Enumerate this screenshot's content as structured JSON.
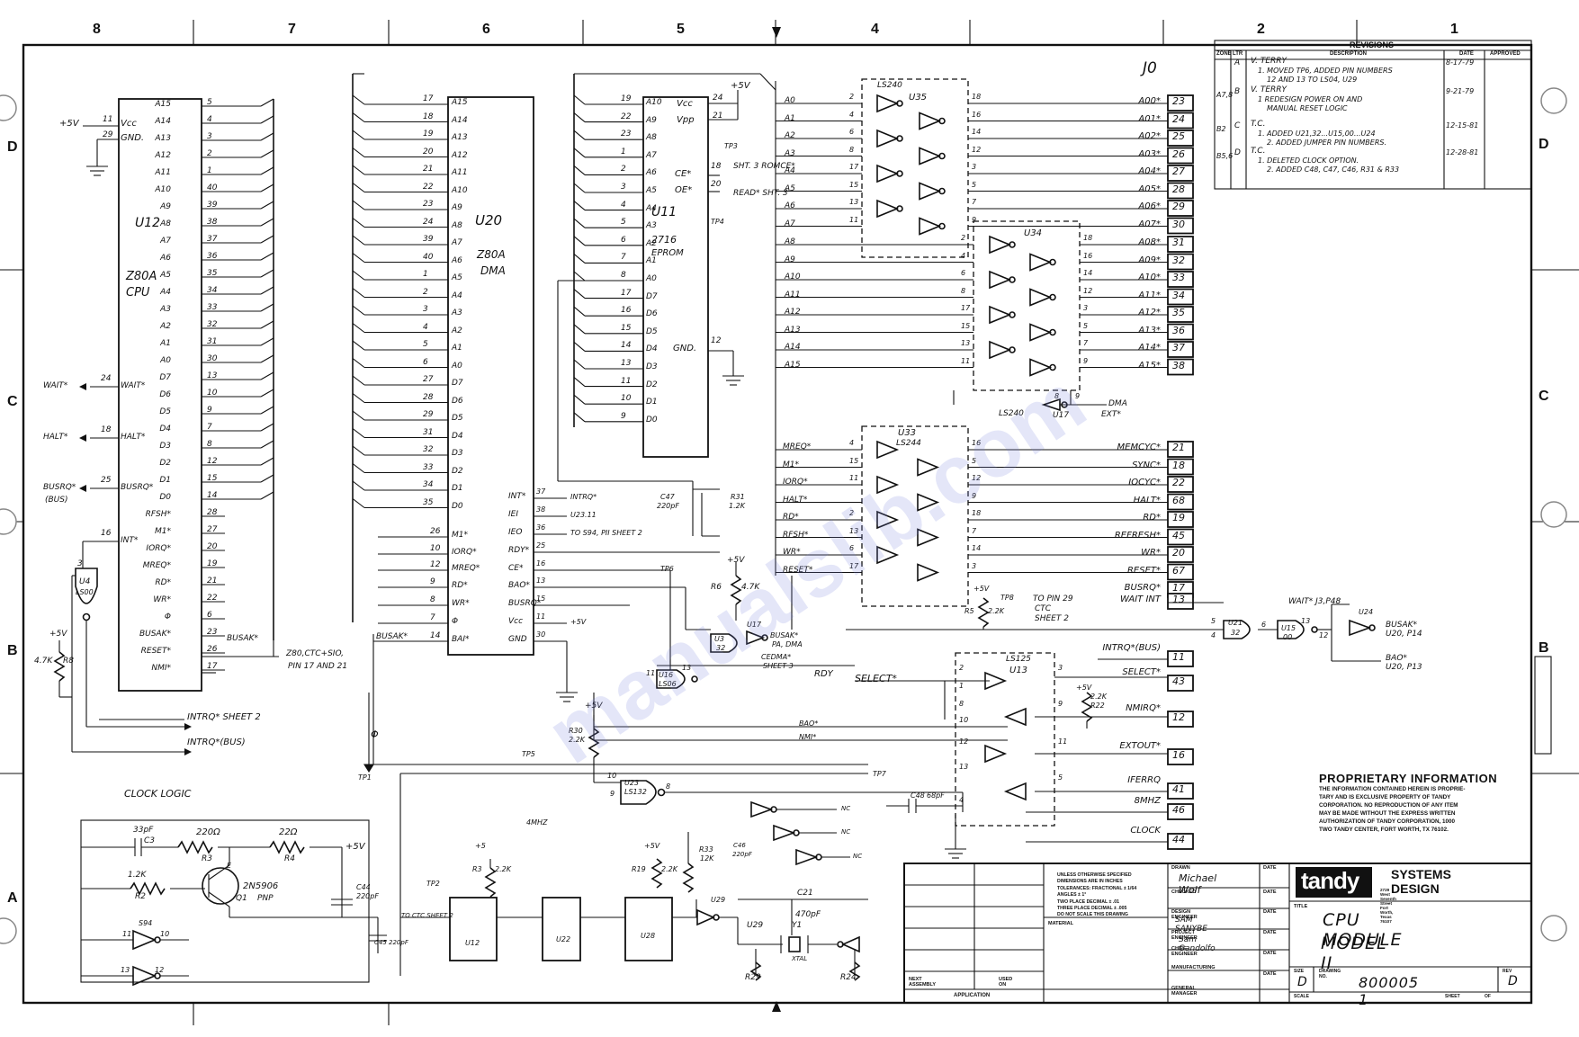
{
  "border": {
    "zones_top": [
      "8",
      "7",
      "6",
      "5",
      "4",
      "2",
      "1"
    ],
    "zones_left": [
      "D",
      "C",
      "B",
      "A"
    ],
    "zones_right": [
      "D",
      "C",
      "B"
    ]
  },
  "sheet_label": "J0",
  "revisions": {
    "title": "REVISIONS",
    "headers": [
      "ZONE",
      "LTR",
      "DESCRIPTION",
      "DATE",
      "APPROVED"
    ],
    "rows": [
      {
        "zone": "",
        "ltr": "A",
        "desc1": "V. TERRY",
        "desc2": "1. MOVED TP6, ADDED PIN NUMBERS",
        "desc3": "12 AND 13 TO LS04, U29",
        "date": "8-17-79"
      },
      {
        "zone": "A7,8",
        "ltr": "B",
        "desc1": "V. TERRY",
        "desc2": "1 REDESIGN POWER ON AND",
        "desc3": "MANUAL RESET LOGIC",
        "date": "9-21-79"
      },
      {
        "zone": "B2",
        "ltr": "C",
        "desc1": "T.C.",
        "desc2": "1. ADDED U21,32...U15,00...U24",
        "desc3": "2. ADDED JUMPER PIN NUMBERS.",
        "date": "12-15-81"
      },
      {
        "zone": "B5,6",
        "ltr": "D",
        "desc1": "T.C.",
        "desc2": "1. DELETED CLOCK OPTION.",
        "desc3": "2. ADDED C48, C47, C46, R31 & R33",
        "date": "12-28-81"
      }
    ]
  },
  "u12": {
    "name": "U12",
    "type1": "Z80A",
    "type2": "CPU",
    "power": "+5V",
    "vcc": "Vcc",
    "gnd": "GND.",
    "vcc_pin": "11",
    "gnd_pin": "29",
    "pins": [
      {
        "sig": "A15",
        "num": "5"
      },
      {
        "sig": "A14",
        "num": "4"
      },
      {
        "sig": "A13",
        "num": "3"
      },
      {
        "sig": "A12",
        "num": "2"
      },
      {
        "sig": "A11",
        "num": "1"
      },
      {
        "sig": "A10",
        "num": "40"
      },
      {
        "sig": "A9",
        "num": "39"
      },
      {
        "sig": "A8",
        "num": "38"
      },
      {
        "sig": "A7",
        "num": "37"
      },
      {
        "sig": "A6",
        "num": "36"
      },
      {
        "sig": "A5",
        "num": "35"
      },
      {
        "sig": "A4",
        "num": "34"
      },
      {
        "sig": "A3",
        "num": "33"
      },
      {
        "sig": "A2",
        "num": "32"
      },
      {
        "sig": "A1",
        "num": "31"
      },
      {
        "sig": "A0",
        "num": "30"
      },
      {
        "sig": "D7",
        "num": "13"
      },
      {
        "sig": "D6",
        "num": "10"
      },
      {
        "sig": "D5",
        "num": "9"
      },
      {
        "sig": "D4",
        "num": "7"
      },
      {
        "sig": "D3",
        "num": "8"
      },
      {
        "sig": "D2",
        "num": "12"
      },
      {
        "sig": "D1",
        "num": "15"
      },
      {
        "sig": "D0",
        "num": "14"
      },
      {
        "sig": "RFSH*",
        "num": "28"
      },
      {
        "sig": "M1*",
        "num": "27"
      },
      {
        "sig": "IORQ*",
        "num": "20"
      },
      {
        "sig": "MREQ*",
        "num": "19"
      },
      {
        "sig": "RD*",
        "num": "21"
      },
      {
        "sig": "WR*",
        "num": "22"
      },
      {
        "sig": "Φ",
        "num": "6"
      },
      {
        "sig": "BUSAK*",
        "num": "23"
      },
      {
        "sig": "RESET*",
        "num": "26"
      },
      {
        "sig": "NMI*",
        "num": "17"
      }
    ],
    "left_pins": [
      {
        "label": "WAIT*",
        "ext": "WAIT*",
        "num": "24"
      },
      {
        "label": "HALT*",
        "ext": "HALT*",
        "num": "18"
      },
      {
        "label": "BUSRQ*",
        "ext": "BUSRQ*",
        "ext2": "(BUS)",
        "num": "25"
      },
      {
        "label": "INT*",
        "num": "16"
      }
    ],
    "busak_out": "BUSAK*",
    "reset_note1": "Z80,CTC+SIO,",
    "reset_note2": "PIN 17 AND 21"
  },
  "u4": {
    "name": "U4",
    "type": "LS00",
    "pin3": "3",
    "r8": "R8",
    "r8val": "4.7K",
    "plus5": "+5V"
  },
  "u20": {
    "name": "U20",
    "type1": "Z80A",
    "type2": "DMA",
    "left_pins": [
      "17",
      "18",
      "19",
      "20",
      "21",
      "22",
      "23",
      "24",
      "39",
      "40",
      "1",
      "2",
      "3",
      "4",
      "5",
      "6",
      "27",
      "28",
      "29",
      "31",
      "32",
      "33",
      "34",
      "35"
    ],
    "sigs": [
      "A15",
      "A14",
      "A13",
      "A12",
      "A11",
      "A10",
      "A9",
      "A8",
      "A7",
      "A6",
      "A5",
      "A4",
      "A3",
      "A2",
      "A1",
      "A0",
      "D7",
      "D6",
      "D5",
      "D4",
      "D3",
      "D2",
      "D1",
      "D0"
    ],
    "ctrl": [
      {
        "sig": "M1*",
        "num": "26"
      },
      {
        "sig": "IORQ*",
        "num": "10"
      },
      {
        "sig": "MREQ*",
        "num": "12"
      },
      {
        "sig": "RD*",
        "num": "9"
      },
      {
        "sig": "WR*",
        "num": "8"
      },
      {
        "sig": "Φ",
        "num": "7"
      },
      {
        "sig": "BAI*",
        "num": "14"
      }
    ],
    "right": [
      {
        "sig": "INT*",
        "num": "37",
        "to": "INTRQ*"
      },
      {
        "sig": "IEI",
        "num": "38",
        "to": "U23.11"
      },
      {
        "sig": "IEO",
        "num": "36",
        "to": "TO S94, PII SHEET 2"
      },
      {
        "sig": "RDY*",
        "num": "25",
        "to": ""
      },
      {
        "sig": "CE*",
        "num": "16",
        "to": ""
      },
      {
        "sig": "BAO*",
        "num": "13",
        "to": ""
      },
      {
        "sig": "BUSRQ*",
        "num": "15",
        "to": ""
      },
      {
        "sig": "Vcc",
        "num": "11",
        "to": "+5V"
      },
      {
        "sig": "GND",
        "num": "30",
        "to": ""
      }
    ],
    "busak_in": "BUSAK*"
  },
  "u11": {
    "name": "U11",
    "type1": "2716",
    "type2": "EPROM",
    "left_pins": [
      "19",
      "22",
      "23",
      "1",
      "2",
      "3",
      "4",
      "5",
      "6",
      "7",
      "8",
      "17",
      "16",
      "15",
      "14",
      "13",
      "11",
      "10",
      "9"
    ],
    "sigs": [
      "A10",
      "A9",
      "A8",
      "A7",
      "A6",
      "A5",
      "A4",
      "A3",
      "A2",
      "A1",
      "A0",
      "D7",
      "D6",
      "D5",
      "D4",
      "D3",
      "D2",
      "D1",
      "D0"
    ],
    "vcc": "Vcc",
    "vcc_pin": "24",
    "vpp": "Vpp",
    "vpp_pin": "21",
    "ce": "CE*",
    "ce_pin": "18",
    "oe": "OE*",
    "oe_pin": "20",
    "gnd": "GND.",
    "gnd_pin": "12",
    "plus5": "+5V",
    "tp3": "TP3",
    "tp4": "TP4",
    "romce": "SHT. 3 ROMCE*",
    "read": "READ* SHT. 3"
  },
  "u35": {
    "name": "U35",
    "type": "LS240",
    "in": [
      "A0",
      "A1",
      "A2",
      "A3",
      "A4",
      "A5",
      "A6",
      "A7"
    ],
    "in_pins": [
      "2",
      "4",
      "6",
      "8",
      "17",
      "15",
      "13",
      "11"
    ],
    "out_pins": [
      "18",
      "16",
      "14",
      "12",
      "3",
      "5",
      "7",
      "9"
    ],
    "out": [
      "A00*",
      "A01*",
      "A02*",
      "A03*",
      "A04*",
      "A05*",
      "A06*",
      "A07*"
    ],
    "conn": [
      "23",
      "24",
      "25",
      "26",
      "27",
      "28",
      "29",
      "30"
    ]
  },
  "u34": {
    "name": "U34",
    "type": "LS240",
    "in": [
      "A8",
      "A9",
      "A10",
      "A11",
      "A12",
      "A13",
      "A14",
      "A15"
    ],
    "in_pins": [
      "2",
      "4",
      "6",
      "8",
      "17",
      "15",
      "13",
      "11"
    ],
    "out_pins": [
      "18",
      "16",
      "14",
      "12",
      "3",
      "5",
      "7",
      "9"
    ],
    "out": [
      "A08*",
      "A09*",
      "A10*",
      "A11*",
      "A12*",
      "A13*",
      "A14*",
      "A15*"
    ],
    "conn": [
      "31",
      "32",
      "33",
      "34",
      "35",
      "36",
      "37",
      "38"
    ]
  },
  "u17": {
    "name": "U17",
    "dma": "DMA",
    "ext": "EXT*",
    "p8": "8",
    "p9": "9"
  },
  "u33": {
    "name": "U33",
    "type": "LS244",
    "in": [
      "MREQ*",
      "M1*",
      "IORQ*",
      "HALT*",
      "RD*",
      "RFSH*",
      "WR*",
      "RESET*"
    ],
    "in_pins": [
      "4",
      "15",
      "11",
      "",
      "2",
      "13",
      "6",
      "17"
    ],
    "out_pins": [
      "16",
      "5",
      "12",
      "9",
      "18",
      "7",
      "14",
      "3"
    ],
    "out": [
      "MEMCYC*",
      "SYNC*",
      "IOCYC*",
      "HALT*",
      "RD*",
      "REFRESH*",
      "WR*",
      "RESET*"
    ],
    "conn": [
      "21",
      "18",
      "22",
      "68",
      "19",
      "45",
      "20",
      "67"
    ]
  },
  "busrq_conn": {
    "label": "BUSRQ*",
    "conn": "17"
  },
  "waitint": {
    "label": "WAIT INT",
    "conn": "13",
    "note1": "TO PIN 29",
    "note2": "CTC",
    "note3": "SHEET 2"
  },
  "c47": {
    "name": "C47",
    "val": "220pF"
  },
  "r31": {
    "name": "R31",
    "val": "1.2K"
  },
  "r6": {
    "name": "R6",
    "val": "4.7K",
    "plus5": "+5V"
  },
  "r5": {
    "name": "R5",
    "val": "2.2K",
    "plus5": "+5V",
    "tp": "TP8"
  },
  "u21": {
    "name": "U21",
    "type": "32",
    "p5": "5",
    "p4": "4",
    "p6": "6"
  },
  "u15": {
    "name": "U15",
    "type": "00",
    "p13": "13",
    "p12": "12"
  },
  "u24": {
    "name": "U24"
  },
  "wait_note": "WAIT* J3,P48",
  "busak_note1": "BUSAK*",
  "busak_note2": "U20, P14",
  "bao_note1": "BAO*",
  "bao_note2": "U20, P13",
  "u3": {
    "name": "U3",
    "type": "32"
  },
  "u17b": {
    "name": "U17",
    "note1": "BUSAK*",
    "note2": "PA, DMA"
  },
  "cedma": {
    "l1": "CEDMA*",
    "l2": "SHEET 3"
  },
  "u16": {
    "name": "U16",
    "type": "LS06",
    "p11": "11",
    "p13": "13"
  },
  "tp6": "TP6",
  "rdy": "RDY",
  "select_label": "SELECT*",
  "u13": {
    "name": "U13",
    "type": "LS125",
    "ins": [
      "2",
      "1",
      "8",
      "10",
      "12",
      "13",
      "4"
    ],
    "outs": [
      "3",
      "9",
      "11",
      "5"
    ]
  },
  "right_sigs": [
    {
      "label": "INTRQ*(BUS)",
      "conn": "11"
    },
    {
      "label": "SELECT*",
      "conn": "43"
    },
    {
      "label": "NMIRQ*",
      "conn": "12"
    },
    {
      "label": "EXTOUT*",
      "conn": "16"
    },
    {
      "label": "IFERRQ",
      "conn": "41"
    },
    {
      "label": "8MHZ",
      "conn": "46"
    },
    {
      "label": "CLOCK",
      "conn": "44"
    }
  ],
  "r22": {
    "name": "R22",
    "val": "2.2K",
    "plus5": "+5V"
  },
  "bao": "BAO*",
  "nmi": "NMI*",
  "r30": {
    "name": "R30",
    "val": "2.2K",
    "plus5": "+5V"
  },
  "phi": "Φ",
  "tp1": "TP1",
  "tp5": "TP5",
  "tp7": "TP7",
  "intrq_sheet2": "INTRQ* SHEET 2",
  "intrq_bus": "INTRQ*(BUS)",
  "u23": {
    "name": "U23",
    "type": "LS132",
    "p10": "10",
    "p9": "9",
    "p8": "8"
  },
  "c48": {
    "name": "C48",
    "val": "68pF"
  },
  "nc": "NC",
  "clock": {
    "title": "CLOCK LOGIC",
    "c3": {
      "name": "C3",
      "val": "33pF"
    },
    "r3": {
      "name": "R3",
      "val": "220Ω"
    },
    "r4": {
      "name": "R4",
      "val": "22Ω"
    },
    "plus5": "+5V",
    "r2": {
      "name": "R2",
      "val": "1.2K"
    },
    "q1": {
      "name": "Q1",
      "type": "2N5906",
      "pol": "PNP",
      "e": "E"
    },
    "c44": {
      "name": "C44",
      "val": "220pF"
    },
    "s94": {
      "name": "S94",
      "p11": "11",
      "p10": "10"
    },
    "p13": "13",
    "p12": "12",
    "mhz": "4MHZ"
  },
  "bottom": {
    "c45": "C45 220pF",
    "tp2": "TP2",
    "to_ctc": "TO CTC SHEET 2",
    "r3b": {
      "name": "R3",
      "val": "2.2K",
      "plus5": "+5"
    },
    "u12b": "U12",
    "u22": "U22",
    "r19": {
      "name": "R19",
      "val": "2.2K",
      "plus5": "+5V"
    },
    "u28": "U28",
    "u29": "U29",
    "r33": {
      "name": "R33",
      "val": "12K"
    },
    "c46": {
      "name": "C46",
      "val": "220pF"
    },
    "c21": {
      "name": "C21",
      "val": "470pF"
    },
    "y1": {
      "name": "Y1",
      "val": "XTAL"
    },
    "u29b": "U29",
    "r29": "R29",
    "r24": "R24"
  },
  "proprietary": {
    "title": "PROPRIETARY INFORMATION",
    "lines": [
      "THE INFORMATION CONTAINED HEREIN IS PROPRIE-",
      "TARY AND IS EXCLUSIVE PROPERTY OF TANDY",
      "CORPORATION. NO REPRODUCTION OF ANY ITEM",
      "MAY BE MADE WITHOUT THE EXPRESS WRITTEN",
      "AUTHORIZATION OF TANDY CORPORATION, 1000",
      "TWO TANDY CENTER, FORT WORTH, TX 76102."
    ]
  },
  "titleblock": {
    "notes": [
      "UNLESS OTHERWISE SPECIFIED",
      "DIMENSIONS ARE IN INCHES",
      "TOLERANCES: FRACTIONAL ± 1/64",
      "ANGLES ± 1°",
      "TWO PLACE DECIMAL ± .01",
      "THREE PLACE DECIMAL ± .005",
      "DO NOT SCALE THIS DRAWING"
    ],
    "material": "MATERIAL",
    "next_assembly": "NEXT ASSEMBLY",
    "used_on": "USED ON",
    "application": "APPLICATION",
    "drawn": "DRAWN",
    "checked": "CHECKED",
    "design_engineer": "DESIGN ENGINEER",
    "project_engineer": "PROJECT ENGINEER",
    "chief_engineer": "CHIEF ENGINEER",
    "manufacturing": "MANUFACTURING",
    "general_manager": "GENERAL MANAGER",
    "date": "DATE",
    "drawn_sig": "Michael Wolf",
    "design_sig": "SAM SANYBE",
    "project_sig": "Sam Gandolfo",
    "company": "tandy",
    "dept": "SYSTEMS DESIGN",
    "address": "2729 West Seventh Street  Fort Worth, Texas 76107",
    "title_label": "TITLE",
    "title1": "CPU MODULE",
    "title2": "MODEL II",
    "size_label": "SIZE",
    "size": "D",
    "drawing_label": "DRAWING NO.",
    "drawing": "800005 1",
    "rev_label": "REV",
    "rev": "D",
    "scale": "SCALE",
    "sheet": "SHEET",
    "of": "OF"
  },
  "watermark": "manualslib.com"
}
